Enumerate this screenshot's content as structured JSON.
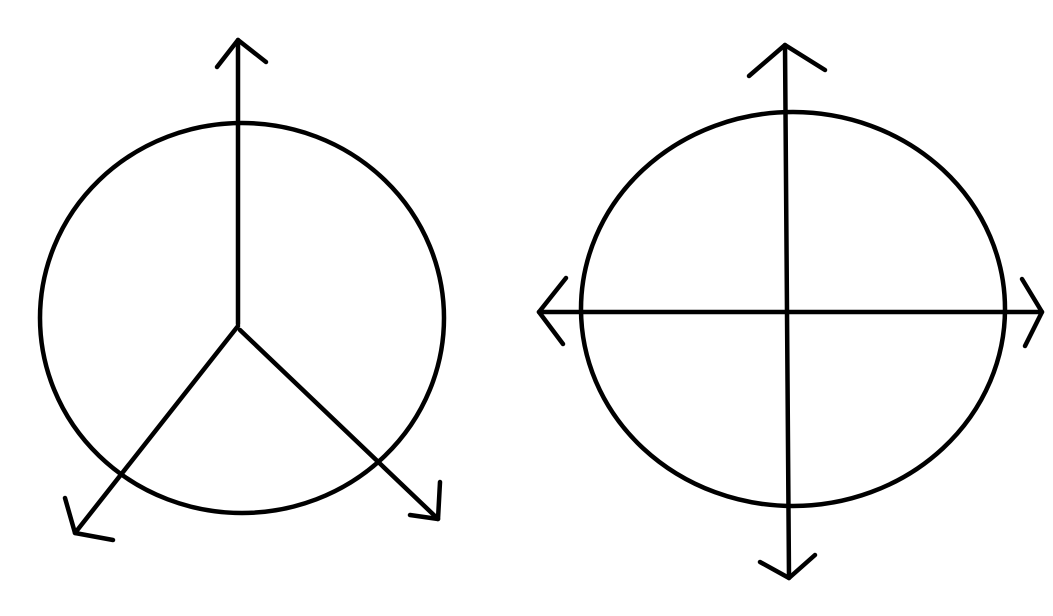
{
  "diagrams": [
    {
      "id": "three-arrow-circle",
      "shape": "circle",
      "arrows": [
        "up",
        "down-left",
        "down-right"
      ]
    },
    {
      "id": "four-arrow-circle",
      "shape": "circle",
      "arrows": [
        "up",
        "down",
        "left",
        "right"
      ]
    }
  ],
  "colors": {
    "background": "#ffffff",
    "stroke": "#000000"
  },
  "icons": [
    "arrowhead-icon"
  ]
}
